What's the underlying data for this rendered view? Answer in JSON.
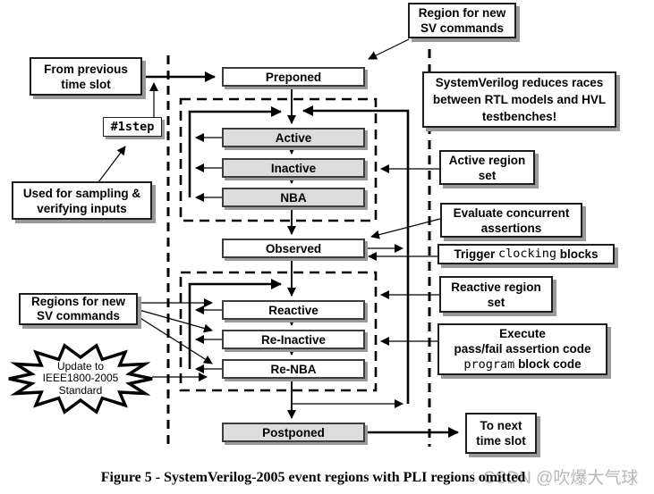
{
  "diagram": {
    "flow_boxes": [
      {
        "label": "Preponed"
      },
      {
        "label": "Active"
      },
      {
        "label": "Inactive"
      },
      {
        "label": "NBA"
      },
      {
        "label": "Observed"
      },
      {
        "label": "Reactive"
      },
      {
        "label": "Re-Inactive"
      },
      {
        "label": "Re-NBA"
      },
      {
        "label": "Postponed"
      }
    ],
    "left_annotations": {
      "from_previous": "From previous time slot",
      "timestep": "#1step",
      "sampling": "Used for sampling & verifying inputs",
      "regions_new": "Regions for new SV commands",
      "starburst": {
        "line1": "Update to",
        "line2": "IEEE1800-2005",
        "line3": "Standard"
      }
    },
    "right_annotations": {
      "region_new": "Region for new SV commands",
      "sv_reduces": "SystemVerilog reduces races between RTL models and HVL testbenches!",
      "active_set": "Active region set",
      "evaluate": "Evaluate concurrent assertions",
      "trigger": {
        "pre": "Trigger ",
        "mono": "clocking",
        "post": " blocks"
      },
      "reactive_set": "Reactive region set",
      "execute": {
        "line1": "Execute",
        "line2": "pass/fail assertion code",
        "line3_mono": "program",
        "line3_post": " block code"
      },
      "to_next": "To next time slot"
    },
    "caption": "Figure 5 - SystemVerilog-2005 event regions with PLI regions omitted",
    "watermark": "CSDN @吹爆大气球",
    "colors": {
      "box_gray": "#dcdcdc",
      "box_white": "#ffffff",
      "shadow_gray": "#9a9a9a",
      "watermark_gray": "#b8b8b8",
      "line_black": "#000000"
    }
  }
}
